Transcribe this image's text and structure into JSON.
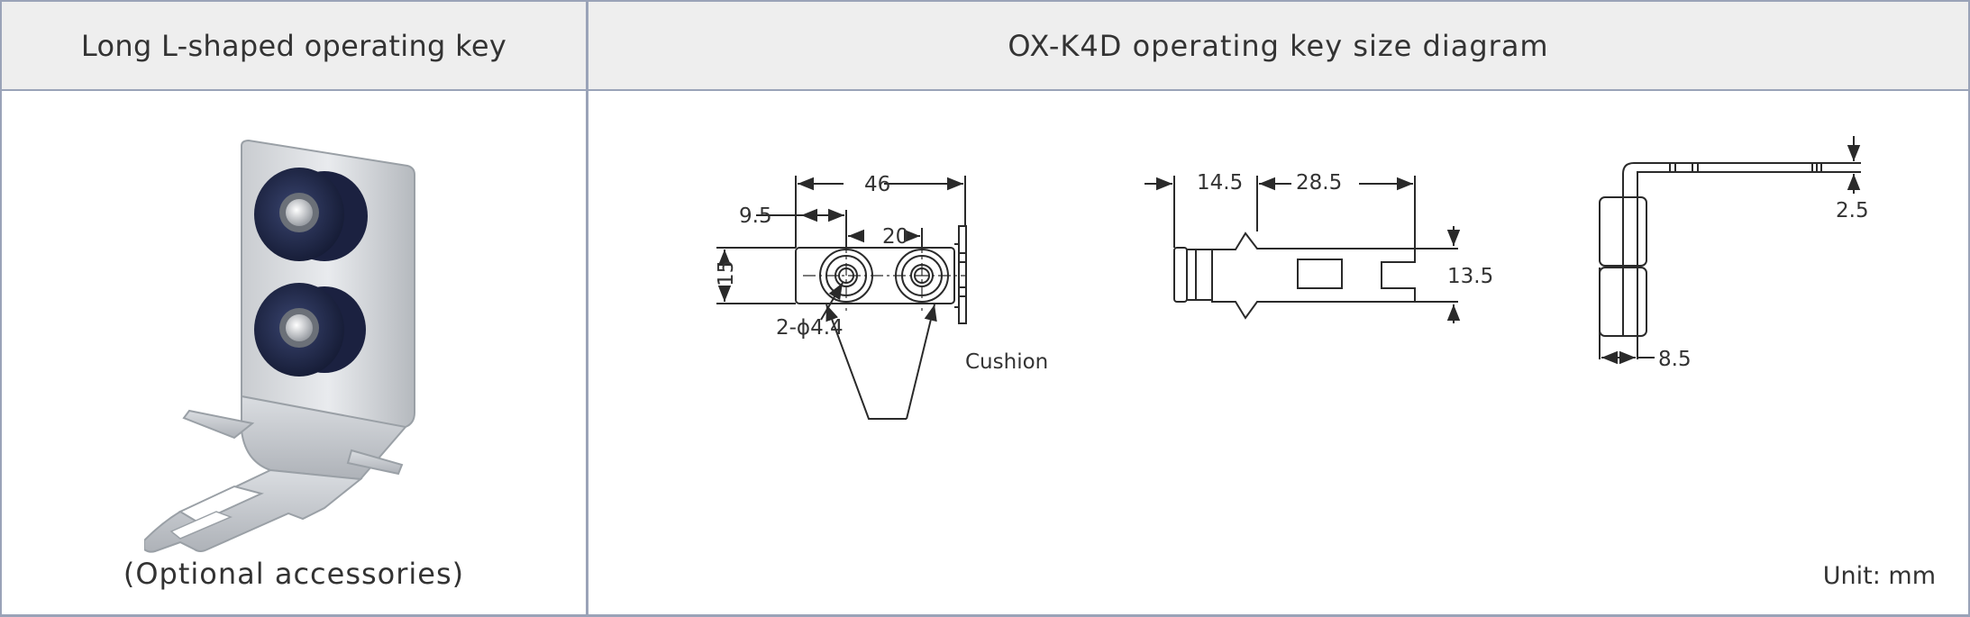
{
  "header": {
    "left_title": "Long L-shaped operating key",
    "right_title": "OX-K4D operating key size diagram"
  },
  "left": {
    "caption": "(Optional accessories)"
  },
  "diagram": {
    "unit": "Unit: mm",
    "front": {
      "width": "46",
      "offset": "9.5",
      "pitch": "20",
      "height": "15",
      "holes": "2-ϕ4.4",
      "cushion": "Cushion"
    },
    "top": {
      "a": "14.5",
      "b": "28.5",
      "c": "13.5"
    },
    "side": {
      "thickness": "2.5",
      "depth": "8.5"
    }
  }
}
